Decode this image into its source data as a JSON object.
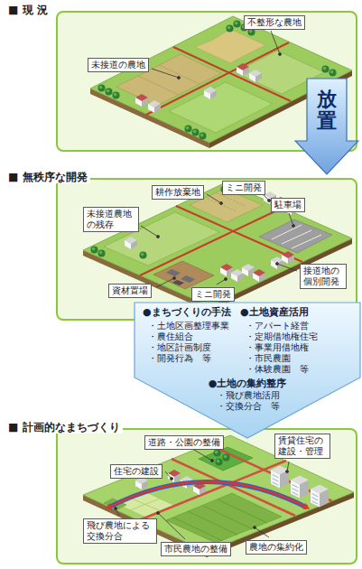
{
  "diagram": {
    "nodes": [
      {
        "text": [
          "■ 現 況"
        ]
      },
      {
        "text": [
          "不整形な農地"
        ],
        "in": 0
      },
      {
        "text": [
          "未接道の農地"
        ],
        "in": 0
      },
      {
        "text": [
          "放置"
        ]
      },
      {
        "text": [
          "■ 無秩序な開発"
        ]
      },
      {
        "text": [
          "耕作放棄地"
        ],
        "in": 4
      },
      {
        "text": [
          "ミニ開発"
        ],
        "in": 4
      },
      {
        "text": [
          "駐車場"
        ],
        "in": 4
      },
      {
        "text": [
          "未接道農地 の残存"
        ],
        "in": 4
      },
      {
        "text": [
          "接道地の 個別開発"
        ],
        "in": 4
      },
      {
        "text": [
          "資材置場"
        ],
        "in": 4
      },
      {
        "text": [
          "ミニ開発"
        ],
        "in": 4
      },
      {
        "text": [
          "●まちづくりの手法",
          "・土地区画整理事業",
          "・農住組合",
          "・地区計画制度",
          "・開発行為　等",
          "●土地資産活用",
          "・アパート経営",
          "・定期借地権住宅",
          "・事業用借地権",
          "・市民農園",
          "・体験農園　等",
          "●土地の集約整序",
          "・飛び農地活用",
          "・交換分合　等"
        ]
      },
      {
        "text": [
          "■ 計画的なまちづくり"
        ]
      },
      {
        "text": [
          "道路・公園の整備"
        ],
        "in": 13
      },
      {
        "text": [
          "賃貸住宅の 建設・管理"
        ],
        "in": 13
      },
      {
        "text": [
          "住宅の建設"
        ],
        "in": 13
      },
      {
        "text": [
          "飛び農地による 交換分合"
        ],
        "in": 13
      },
      {
        "text": [
          "市民農地の整備"
        ],
        "in": 13
      },
      {
        "text": [
          "農地の集約化"
        ],
        "in": 13
      }
    ]
  }
}
